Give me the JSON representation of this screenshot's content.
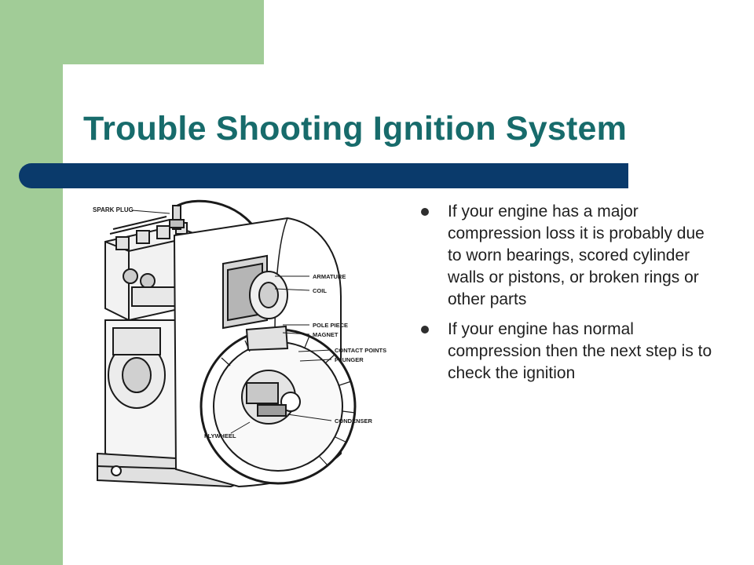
{
  "slide": {
    "title": "Trouble Shooting Ignition System",
    "bullets": [
      "If your engine has a major compression loss it is probably due to worn bearings, scored cylinder walls or pistons, or broken rings or other parts",
      "If your engine has normal compression then the next step is to check the ignition"
    ],
    "diagram": {
      "icon": "engine-magneto-diagram",
      "labels": {
        "spark_plug": "SPARK PLUG",
        "armature": "ARMATURE",
        "coil": "COIL",
        "pole_piece": "POLE PIECE",
        "magnet": "MAGNET",
        "contact_points": "CONTACT POINTS",
        "plunger": "PLUNGER",
        "condenser": "CONDENSER",
        "flywheel": "FLYWHEEL"
      }
    }
  },
  "colors": {
    "accent_green": "#a1cc97",
    "title_teal": "#176b6b",
    "rule_navy": "#0a3a6b"
  }
}
